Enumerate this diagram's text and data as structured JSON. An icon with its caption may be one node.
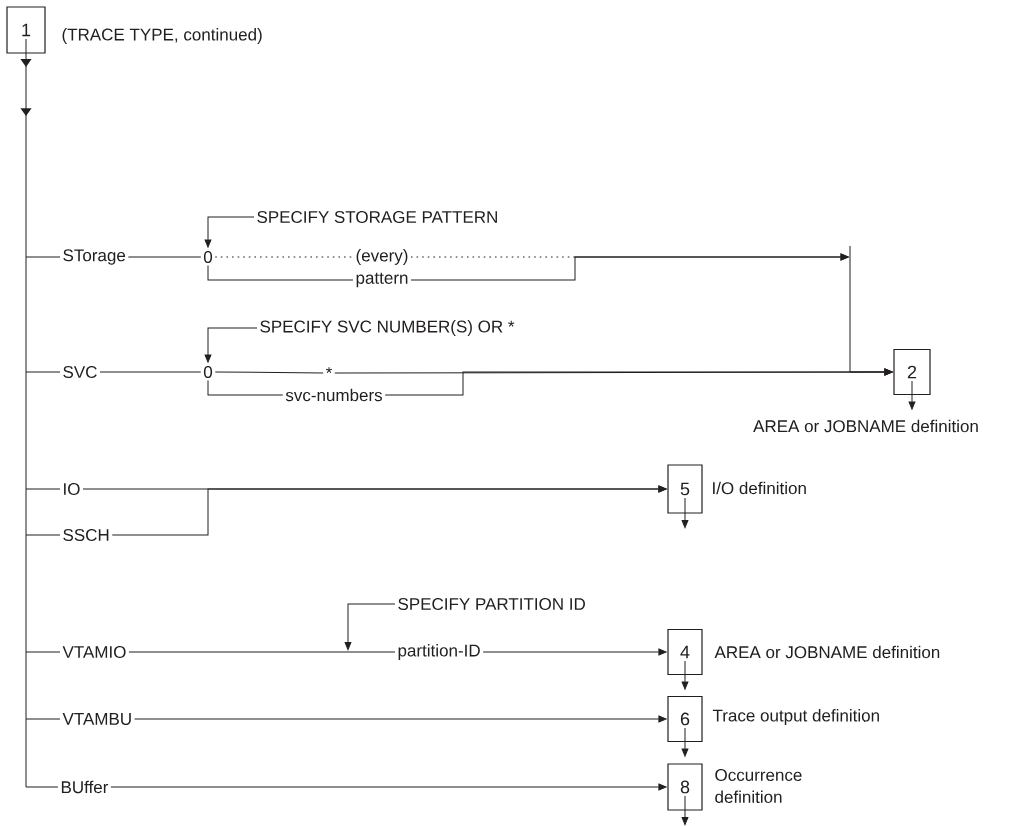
{
  "diagram": {
    "nodes": [
      {
        "text": [
          "1"
        ],
        "beside": [
          "(TRACE TYPE, continued)"
        ]
      },
      {
        "text": [
          "STorage"
        ]
      },
      {
        "text": [
          "0"
        ]
      },
      {
        "text": [
          "(every)"
        ]
      },
      {
        "text": [
          "pattern"
        ]
      },
      {
        "text": [
          "SVC"
        ]
      },
      {
        "text": [
          "0"
        ]
      },
      {
        "text": [
          "*"
        ]
      },
      {
        "text": [
          "svc-numbers"
        ]
      },
      {
        "text": [
          "2"
        ],
        "beside": [
          "AREA or JOBNAME definition"
        ]
      },
      {
        "text": [
          "IO"
        ]
      },
      {
        "text": [
          "SSCH"
        ]
      },
      {
        "text": [
          "5"
        ],
        "beside": [
          "I/O definition"
        ]
      },
      {
        "text": [
          "VTAMIO"
        ]
      },
      {
        "text": [
          "partition-ID"
        ]
      },
      {
        "text": [
          "4"
        ],
        "beside": [
          "AREA or JOBNAME definition"
        ]
      },
      {
        "text": [
          "VTAMBU"
        ]
      },
      {
        "text": [
          "6"
        ],
        "beside": [
          "Trace output definition"
        ]
      },
      {
        "text": [
          "BUffer"
        ]
      },
      {
        "text": [
          "8"
        ],
        "beside": [
          "Occurrence definition"
        ]
      },
      {
        "text": [
          "SPECIFY STORAGE PATTERN"
        ]
      },
      {
        "text": [
          "SPECIFY SVC NUMBER(S) OR *"
        ]
      },
      {
        "text": [
          "SPECIFY PARTITION ID"
        ]
      },
      {
        "text": [],
        "shape": "bar"
      }
    ],
    "edges": [
      {
        "from": 0,
        "to": 1,
        "arrow": "to"
      },
      {
        "from": 0,
        "to": 5,
        "arrow": "to"
      },
      {
        "from": 0,
        "to": 10,
        "arrow": "to"
      },
      {
        "from": 0,
        "to": 11,
        "arrow": "to"
      },
      {
        "from": 0,
        "to": 13,
        "arrow": "to"
      },
      {
        "from": 0,
        "to": 16,
        "arrow": "to"
      },
      {
        "from": 0,
        "to": 18,
        "arrow": "to"
      },
      {
        "from": 1,
        "to": 2,
        "arrow": "none"
      },
      {
        "from": 2,
        "to": 3,
        "arrow": "none",
        "style": "dashed"
      },
      {
        "from": 2,
        "to": 4,
        "arrow": "none"
      },
      {
        "from": 3,
        "to": 23,
        "arrow": "to",
        "style": "dashed"
      },
      {
        "from": 4,
        "to": 23,
        "arrow": "to"
      },
      {
        "from": 23,
        "to": 9,
        "arrow": "to"
      },
      {
        "from": 5,
        "to": 6,
        "arrow": "none"
      },
      {
        "from": 6,
        "to": 7,
        "arrow": "none"
      },
      {
        "from": 6,
        "to": 8,
        "arrow": "none"
      },
      {
        "from": 7,
        "to": 9,
        "arrow": "to"
      },
      {
        "from": 8,
        "to": 9,
        "arrow": "to"
      },
      {
        "from": 9,
        "to": null,
        "arrow": "to"
      },
      {
        "from": 10,
        "to": 12,
        "arrow": "to"
      },
      {
        "from": 11,
        "to": 12,
        "arrow": "to"
      },
      {
        "from": 12,
        "to": null,
        "arrow": "to"
      },
      {
        "from": 13,
        "to": 14,
        "arrow": "none"
      },
      {
        "from": 14,
        "to": 15,
        "arrow": "to"
      },
      {
        "from": 15,
        "to": null,
        "arrow": "to"
      },
      {
        "from": 16,
        "to": 17,
        "arrow": "to"
      },
      {
        "from": 17,
        "to": null,
        "arrow": "to"
      },
      {
        "from": 18,
        "to": 19,
        "arrow": "to"
      },
      {
        "from": 19,
        "to": null,
        "arrow": "to"
      },
      {
        "from": 20,
        "to": 2,
        "arrow": "to"
      },
      {
        "from": 21,
        "to": 6,
        "arrow": "to"
      },
      {
        "from": 22,
        "to": null,
        "arrow": "to"
      }
    ]
  }
}
